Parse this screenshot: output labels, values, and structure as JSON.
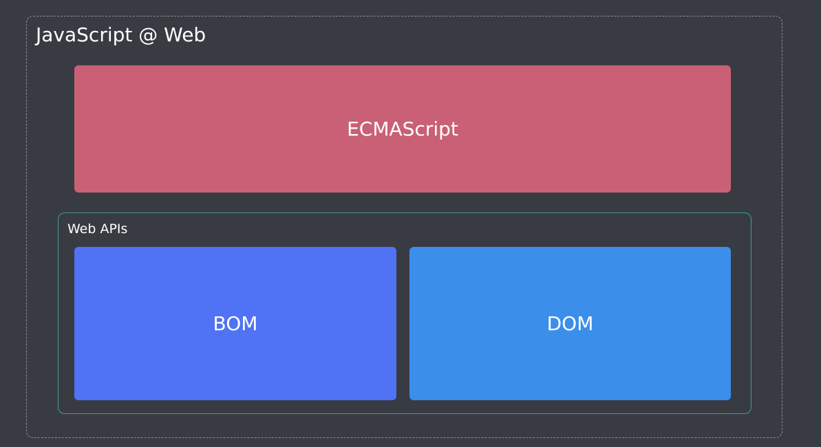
{
  "diagram": {
    "title": "JavaScript @ Web",
    "ecmascript": {
      "label": "ECMAScript",
      "color": "#c96076"
    },
    "web_apis": {
      "label": "Web APIs",
      "border_color": "#3fa383",
      "blocks": [
        {
          "label": "BOM",
          "color": "#5072f4"
        },
        {
          "label": "DOM",
          "color": "#3b8eea"
        }
      ]
    }
  }
}
